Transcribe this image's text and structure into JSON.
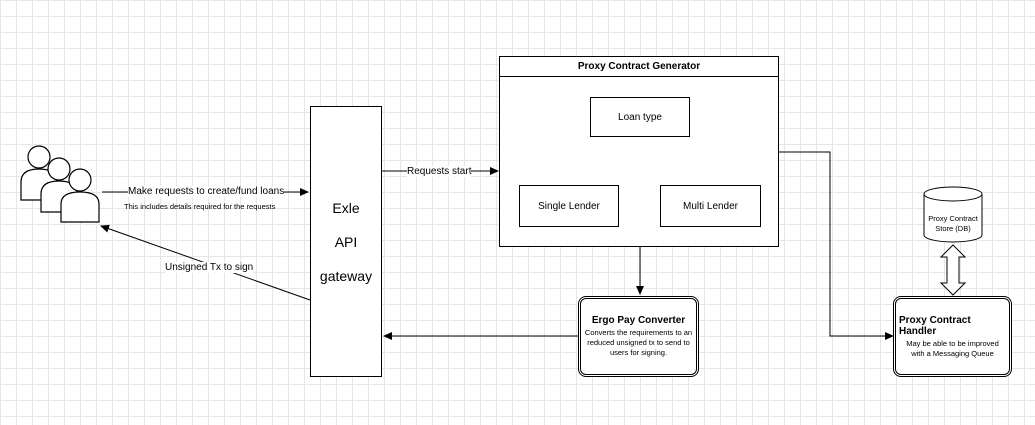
{
  "users": {
    "request_label": "Make requests to create/fund loans",
    "request_sublabel": "This includes details required for the requests",
    "response_label": "Unsigned Tx to sign"
  },
  "gateway": {
    "line1": "Exle",
    "line2": "API",
    "line3": "gateway"
  },
  "requests_label": "Requests start",
  "generator": {
    "title": "Proxy Contract Generator",
    "loan_type": "Loan type",
    "single_lender": "Single Lender",
    "multi_lender": "Multi Lender"
  },
  "ergo_pay": {
    "title": "Ergo Pay Converter",
    "description": "Converts the requirements to an reduced unsigned tx to send to users for signing."
  },
  "store": {
    "label": "Proxy Contract Store (DB)"
  },
  "handler": {
    "title": "Proxy Contract Handler",
    "description": "May be able to be improved with a Messaging Queue"
  }
}
